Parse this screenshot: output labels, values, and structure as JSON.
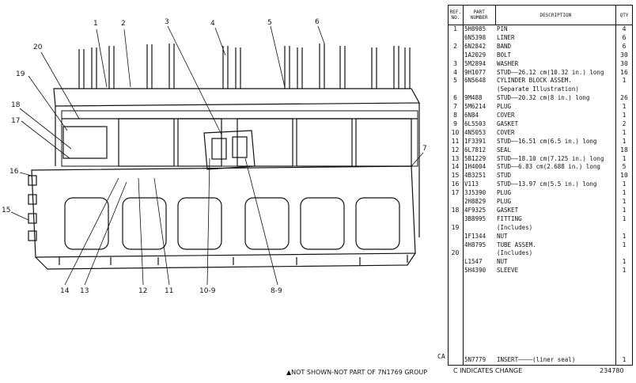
{
  "header": {
    "ref": "REF. NO.",
    "part": "PART NUMBER",
    "desc": "DESCRIPTION",
    "qty": "QTY"
  },
  "rows": [
    {
      "ref": "1",
      "part": "5H8985",
      "desc": "PIN",
      "qty": "4"
    },
    {
      "ref": "",
      "part": "6N5398",
      "desc": "LINER",
      "qty": "6"
    },
    {
      "ref": "2",
      "part": "6N2842",
      "desc": "BAND",
      "qty": "6"
    },
    {
      "ref": "",
      "part": "1A2029",
      "desc": "BOLT",
      "qty": "30"
    },
    {
      "ref": "3",
      "part": "5M2894",
      "desc": "WASHER",
      "qty": "30"
    },
    {
      "ref": "4",
      "part": "9H1077",
      "desc": "STUD——26.12 cm(10.32 in.) long",
      "qty": "16"
    },
    {
      "ref": "5",
      "part": "6N5648",
      "desc": "CYLINDER BLOCK ASSEM.",
      "qty": "1"
    },
    {
      "ref": "",
      "part": "",
      "desc": "(Separate Illustration)",
      "qty": ""
    },
    {
      "ref": "6",
      "part": "9M488",
      "desc": "STUD——20.32 cm(8 in.) long",
      "qty": "26"
    },
    {
      "ref": "7",
      "part": "5M6214",
      "desc": "PLUG",
      "qty": "1"
    },
    {
      "ref": "8",
      "part": "6N84",
      "desc": "COVER",
      "qty": "1"
    },
    {
      "ref": "9",
      "part": "6L5503",
      "desc": "GASKET",
      "qty": "2"
    },
    {
      "ref": "10",
      "part": "4N5053",
      "desc": "COVER",
      "qty": "1"
    },
    {
      "ref": "11",
      "part": "1F3391",
      "desc": "STUD——16.51 cm(6.5 in.) long",
      "qty": "1"
    },
    {
      "ref": "12",
      "part": "6L7812",
      "desc": "SEAL",
      "qty": "18"
    },
    {
      "ref": "13",
      "part": "5B1229",
      "desc": "STUD——18.10 cm(7.125 in.) long",
      "qty": "1"
    },
    {
      "ref": "14",
      "part": "1H4004",
      "desc": "STUD——6.83 cm(2.688 in.) long",
      "qty": "5"
    },
    {
      "ref": "15",
      "part": "4B3251",
      "desc": "STUD",
      "qty": "10"
    },
    {
      "ref": "16",
      "part": "V113",
      "desc": "STUD——13.97 cm(5.5 in.) long",
      "qty": "1"
    },
    {
      "ref": "17",
      "part": "3J5390",
      "desc": "PLUG",
      "qty": "1"
    },
    {
      "ref": "",
      "part": "2H8829",
      "desc": "PLUG",
      "qty": "1"
    },
    {
      "ref": "18",
      "part": "4F9325",
      "desc": "GASKET",
      "qty": "1"
    },
    {
      "ref": "",
      "part": "3B8995",
      "desc": "FITTING",
      "qty": "1"
    },
    {
      "ref": "19",
      "part": "",
      "desc": "(Includes)",
      "qty": ""
    },
    {
      "ref": "",
      "part": "1F1344",
      "desc": "NUT",
      "qty": "1"
    },
    {
      "ref": "",
      "part": "4H8795",
      "desc": "TUBE ASSEM.",
      "qty": "1"
    },
    {
      "ref": "20",
      "part": "",
      "desc": "(Includes)",
      "qty": ""
    },
    {
      "ref": "",
      "part": "L1547",
      "desc": "NUT",
      "qty": "1"
    },
    {
      "ref": "",
      "part": "5H4390",
      "desc": "SLEEVE",
      "qty": "1"
    }
  ],
  "last_row": {
    "ref": "",
    "part": "5N7779",
    "desc": "INSERT————(liner seal)",
    "qty": "1"
  },
  "ca_mark": "CA",
  "callouts": [
    "20",
    "1",
    "2",
    "3",
    "4",
    "5",
    "6",
    "19",
    "18",
    "17",
    "7",
    "16",
    "15",
    "14",
    "13",
    "12",
    "11",
    "10-9",
    "8-9"
  ],
  "footer": {
    "note": "▲NOT SHOWN-NOT PART OF 7N1769 GROUP",
    "change": "C INDICATES CHANGE",
    "code": "234780"
  }
}
